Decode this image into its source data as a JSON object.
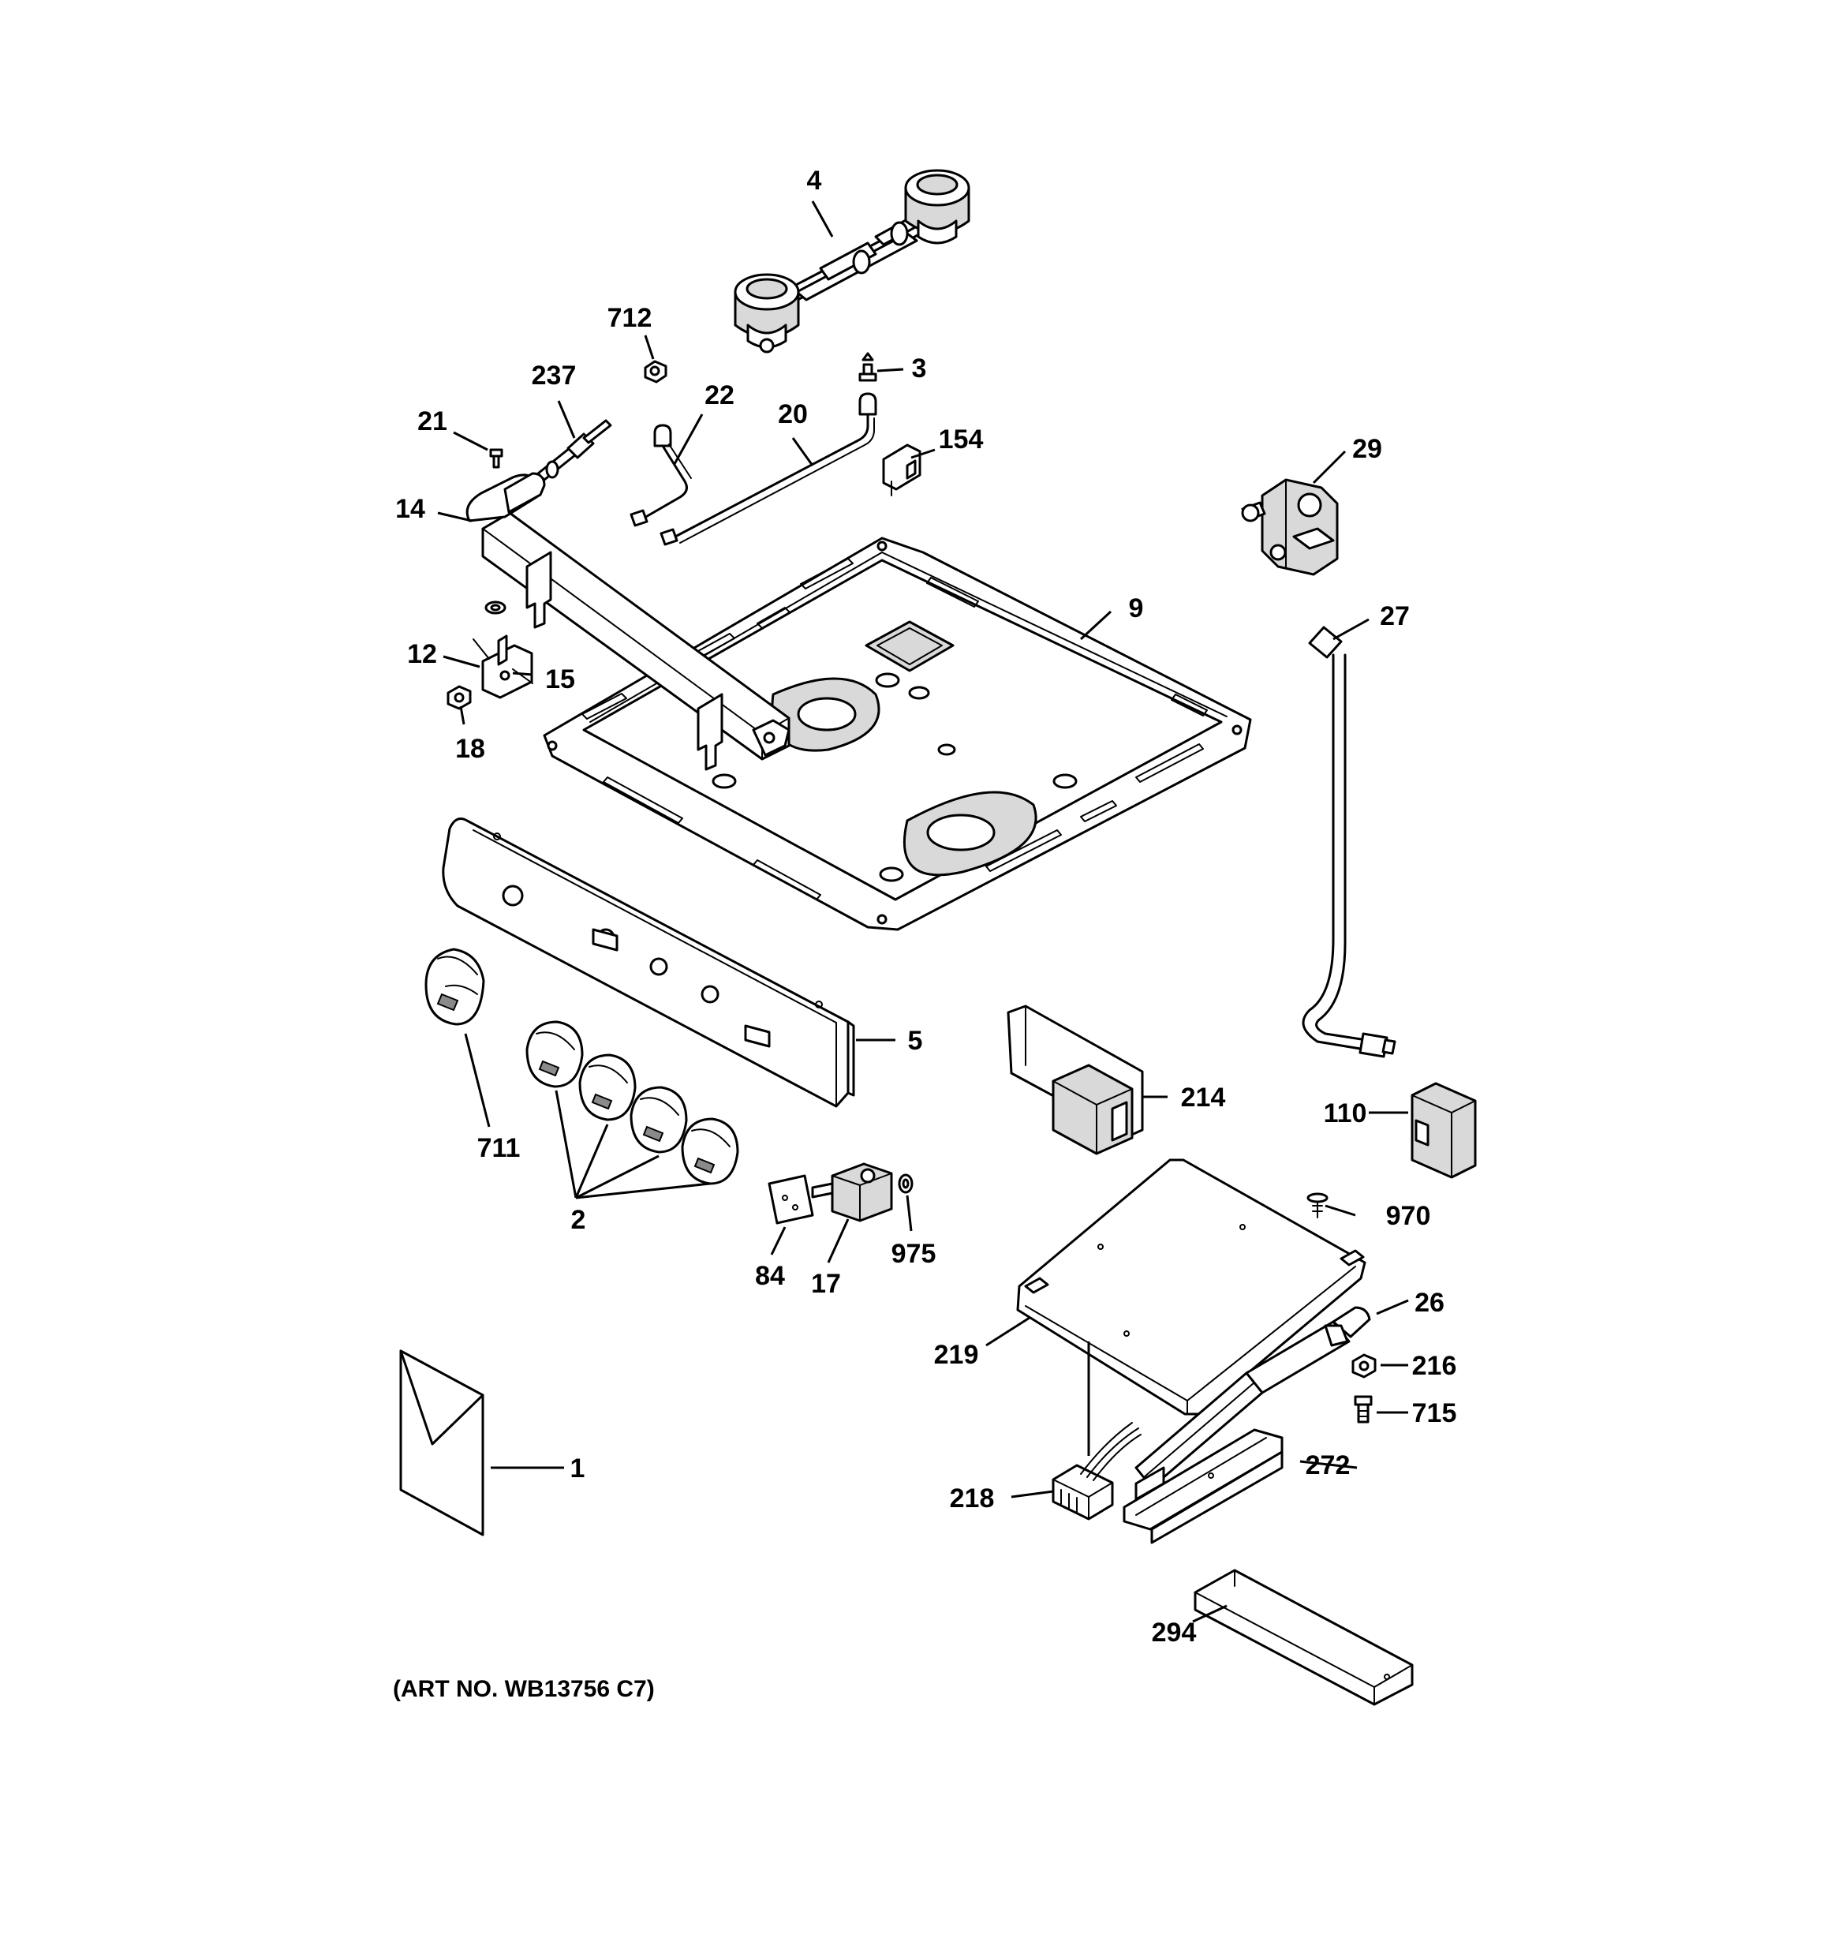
{
  "caption": "(ART NO. WB13756 C7)",
  "callouts": {
    "c1": "1",
    "c2": "2",
    "c3": "3",
    "c4": "4",
    "c5": "5",
    "c9": "9",
    "c12": "12",
    "c14": "14",
    "c15": "15",
    "c17": "17",
    "c18": "18",
    "c20": "20",
    "c21": "21",
    "c22": "22",
    "c26": "26",
    "c27": "27",
    "c29": "29",
    "c84": "84",
    "c110": "110",
    "c154": "154",
    "c214": "214",
    "c216": "216",
    "c218": "218",
    "c219": "219",
    "c237": "237",
    "c272": "272",
    "c294": "294",
    "c711": "711",
    "c712": "712",
    "c715": "715",
    "c970": "970",
    "c975": "975"
  }
}
